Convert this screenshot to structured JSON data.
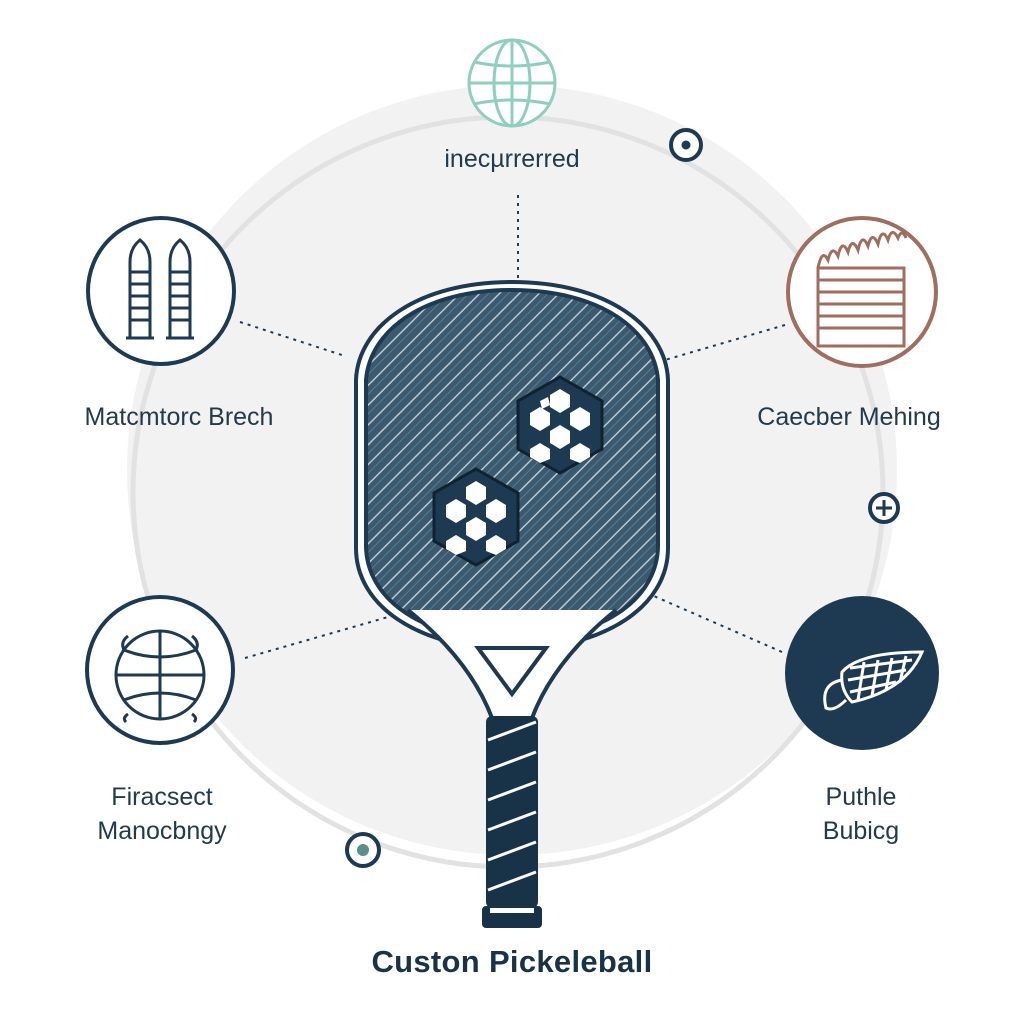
{
  "diagram": {
    "title": "Custon Pickeleball",
    "colors": {
      "navy": "#1d3a52",
      "teal": "#8fcfbe",
      "brown": "#a06e5e",
      "ring": "#e3e3e3",
      "bg_disc": "#f2f2f2",
      "face_fill": "#3a5a70",
      "label_text": "#223a4c"
    },
    "features": [
      {
        "id": "top",
        "icon": "globe-icon",
        "lines": [
          "inecµrrerred"
        ]
      },
      {
        "id": "left-top",
        "icon": "bolt-pair-icon",
        "lines": [
          "Matcmtorc Brech"
        ]
      },
      {
        "id": "right-top",
        "icon": "layered-core-icon",
        "lines": [
          "Caecber Mehing"
        ]
      },
      {
        "id": "left-bottom",
        "icon": "ball-globe-icon",
        "lines": [
          "Firacsect",
          "Manocbngy"
        ]
      },
      {
        "id": "right-bottom",
        "icon": "leaf-grip-icon",
        "lines": [
          "Puthle",
          "Bubicg"
        ]
      }
    ],
    "small_markers": [
      "target-dot-icon",
      "plus-circle-icon",
      "target-dot-icon"
    ]
  }
}
